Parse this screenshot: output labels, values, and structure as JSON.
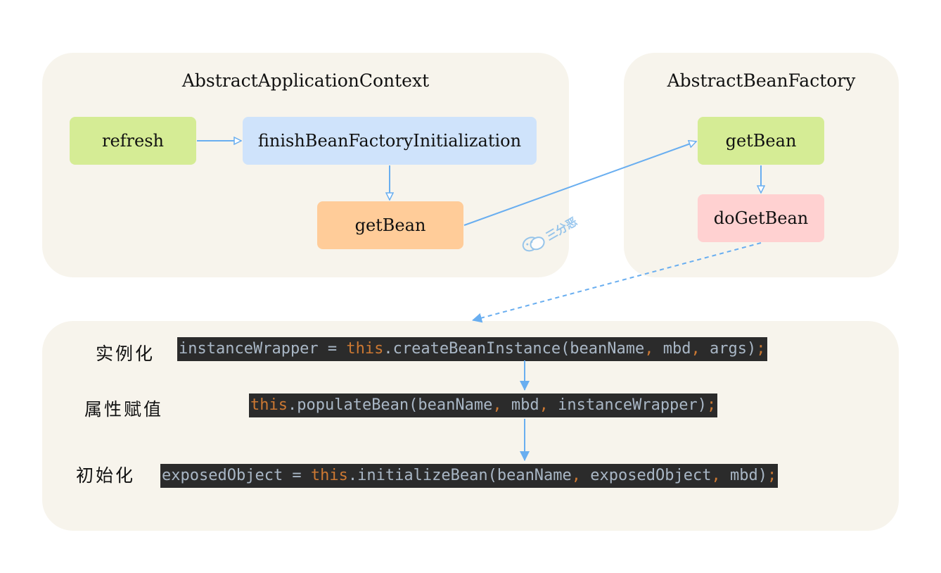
{
  "panels": {
    "context": {
      "title": "AbstractApplicationContext"
    },
    "factory": {
      "title": "AbstractBeanFactory"
    }
  },
  "nodes": {
    "refresh": "refresh",
    "finish": "finishBeanFactoryInitialization",
    "getbean_ctx": "getBean",
    "getbean_factory": "getBean",
    "dogetbean": "doGetBean"
  },
  "steps": {
    "instantiate": {
      "label": "实例化",
      "code": [
        {
          "t": "instanceWrapper = ",
          "c": "txt"
        },
        {
          "t": "this",
          "c": "kw"
        },
        {
          "t": ".createBeanInstance(beanName",
          "c": "txt"
        },
        {
          "t": ",",
          "c": "pun"
        },
        {
          "t": " mbd",
          "c": "txt"
        },
        {
          "t": ",",
          "c": "pun"
        },
        {
          "t": " args)",
          "c": "txt"
        },
        {
          "t": ";",
          "c": "pun"
        }
      ]
    },
    "populate": {
      "label": "属性赋值",
      "code": [
        {
          "t": "this",
          "c": "kw"
        },
        {
          "t": ".populateBean(beanName",
          "c": "txt"
        },
        {
          "t": ",",
          "c": "pun"
        },
        {
          "t": " mbd",
          "c": "txt"
        },
        {
          "t": ",",
          "c": "pun"
        },
        {
          "t": " instanceWrapper)",
          "c": "txt"
        },
        {
          "t": ";",
          "c": "pun"
        }
      ]
    },
    "initialize": {
      "label": "初始化",
      "code": [
        {
          "t": "exposedObject = ",
          "c": "txt"
        },
        {
          "t": "this",
          "c": "kw"
        },
        {
          "t": ".initializeBean(beanName",
          "c": "txt"
        },
        {
          "t": ",",
          "c": "pun"
        },
        {
          "t": " exposedObject",
          "c": "txt"
        },
        {
          "t": ",",
          "c": "pun"
        },
        {
          "t": " mbd)",
          "c": "txt"
        },
        {
          "t": ";",
          "c": "pun"
        }
      ]
    }
  },
  "watermark": {
    "text": "三分恶",
    "icon": "wechat-icon"
  },
  "colors": {
    "panel_bg": "#f7f4ec",
    "green": "#d5ec95",
    "blue": "#cfe3fb",
    "orange": "#ffcc99",
    "pink": "#ffd1d1",
    "arrow": "#69aef0",
    "code_bg": "#2b2b2b",
    "code_text": "#a9b7c6",
    "code_keyword": "#cc7832"
  }
}
